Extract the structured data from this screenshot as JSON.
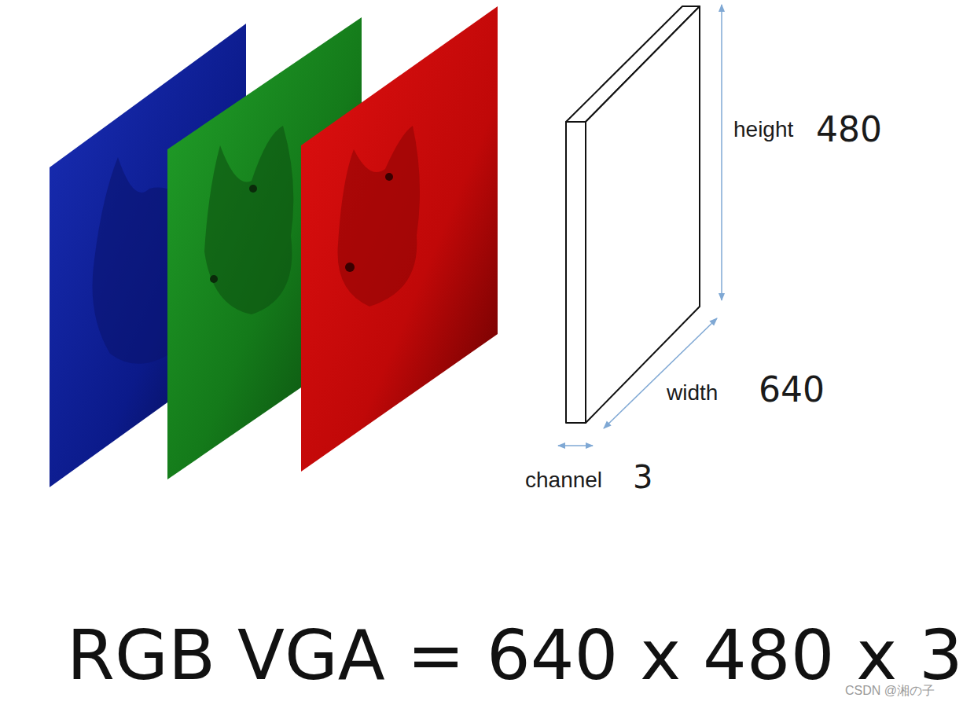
{
  "diagram": {
    "labels": [
      "height",
      "480",
      "width",
      "640",
      "channel",
      "3",
      "RGB VGA = 640 x 480 x 3",
      "CSDN @湘の子"
    ]
  }
}
